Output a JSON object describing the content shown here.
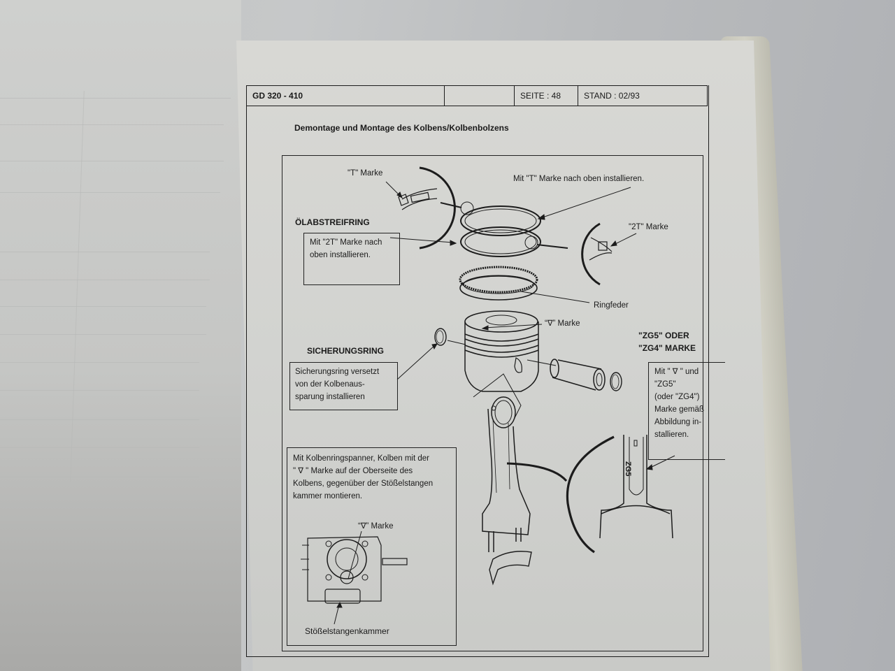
{
  "document": {
    "header": {
      "model": "GD 320 - 410",
      "blank": "",
      "page_label": "SEITE : 48",
      "stand_label": "STAND : 02/93"
    },
    "title": "Demontage und Montage des Kolbens/Kolbenbolzens",
    "figure": {
      "labels": {
        "t_marke": "\"T\" Marke",
        "t_marke_instruction": "Mit \"T\" Marke nach oben installieren.",
        "two_t_marke": "\"2T\" Marke",
        "oelabstreifring_heading": "ÖLABSTREIFRING",
        "ringfeder": "Ringfeder",
        "delta_marke": "“∇” Marke",
        "sicherungsring_heading": "SICHERUNGSRING",
        "zg_heading_line1": "\"ZG5\" ODER",
        "zg_heading_line2": "\"ZG4\" MARKE",
        "rod_marking": "ZG5",
        "inset_delta_marke": "“∇”  Marke",
        "stoesselstangenkammer": "Stößelstangenkammer"
      },
      "boxes": {
        "oelabstreifring_note": [
          "Mit \"2T\" Marke nach",
          "oben installieren."
        ],
        "sicherungsring_note": [
          "Sicherungsring versetzt",
          "von der Kolbenaus-",
          "sparung installieren"
        ],
        "zg_note": [
          "Mit \"  ∇   \" und",
          "\"ZG5\"",
          "(oder \"ZG4\")",
          "Marke gemäß",
          "Abbildung in-",
          "stallieren."
        ],
        "ringspanner_note": [
          "Mit Kolbenringspanner, Kolben mit der",
          "\"  ∇    \" Marke auf der Oberseite des",
          "Kolbens, gegenüber der Stößelstangen",
          "kammer montieren."
        ]
      }
    }
  }
}
